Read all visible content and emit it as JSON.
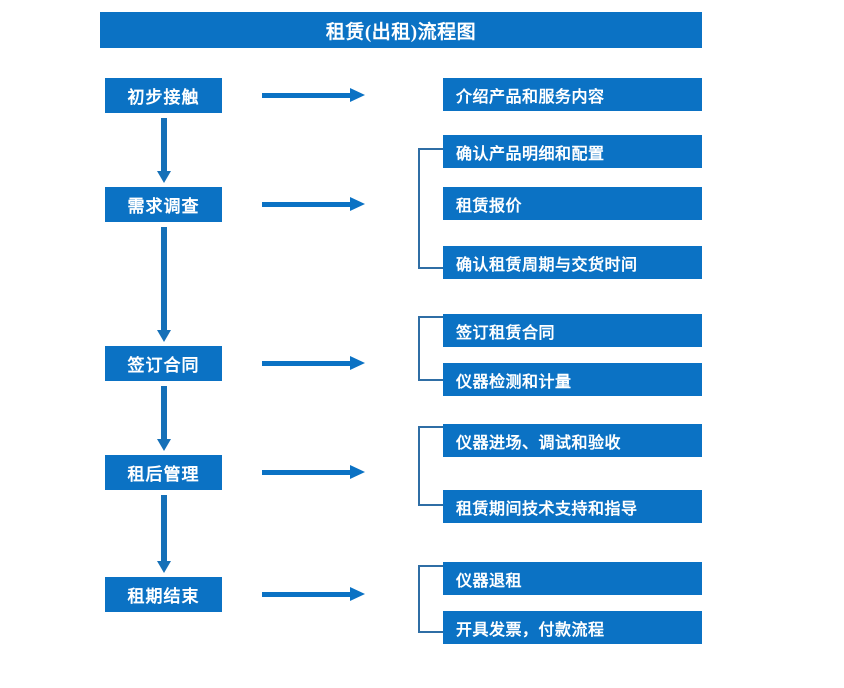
{
  "title": "租赁(出租)流程图",
  "theme": {
    "box_fill": "#0b72c4",
    "box_text": "#ffffff",
    "arrow": "#0b72c4",
    "bracket": "#2f6ea5",
    "background": "#ffffff"
  },
  "stages": [
    {
      "label": "初步接触"
    },
    {
      "label": "需求调查"
    },
    {
      "label": "签订合同"
    },
    {
      "label": "租后管理"
    },
    {
      "label": "租期结束"
    }
  ],
  "details": [
    {
      "label": "介绍产品和服务内容"
    },
    {
      "label": "确认产品明细和配置"
    },
    {
      "label": "租赁报价"
    },
    {
      "label": "确认租赁周期与交货时间"
    },
    {
      "label": "签订租赁合同"
    },
    {
      "label": "仪器检测和计量"
    },
    {
      "label": "仪器进场、调试和验收"
    },
    {
      "label": "租赁期间技术支持和指导"
    },
    {
      "label": "仪器退租"
    },
    {
      "label": "开具发票，付款流程"
    }
  ]
}
